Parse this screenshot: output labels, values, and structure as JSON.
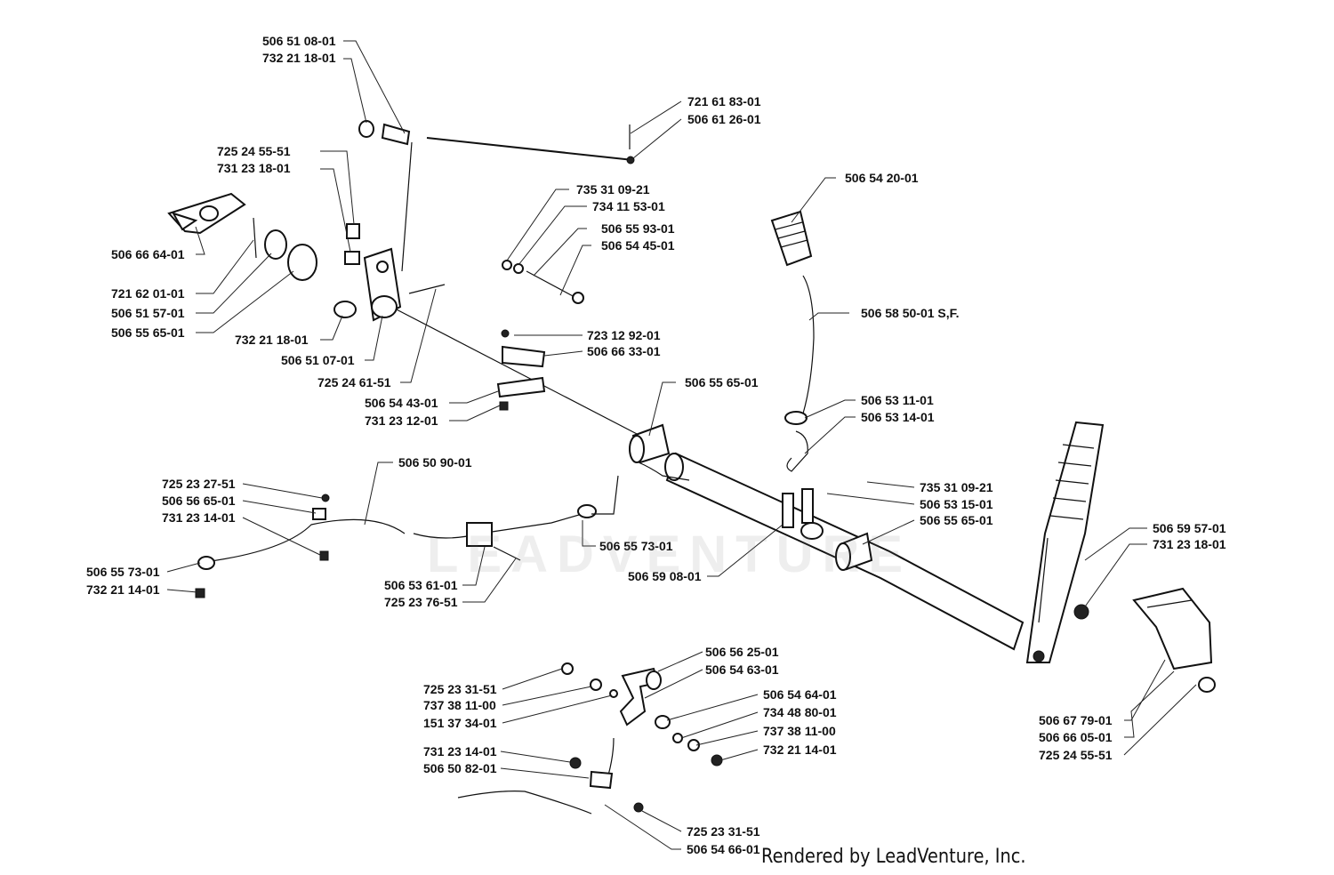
{
  "labels": [
    "506 51 08-01",
    "732 21 18-01",
    "721 61 83-01",
    "506 61 26-01",
    "725 24 55-51",
    "731 23 18-01",
    "506 54 20-01",
    "735 31 09-21",
    "734 11 53-01",
    "506 55 93-01",
    "506 54 45-01",
    "506 66 64-01",
    "721 62 01-01",
    "506 51 57-01",
    "506 55 65-01",
    "506 58 50-01 S,F.",
    "732 21 18-01",
    "506 51 07-01",
    "725 24 61-51",
    "723 12 92-01",
    "506 66 33-01",
    "506 55 65-01",
    "506 54 43-01",
    "731 23 12-01",
    "506 53 11-01",
    "506 53 14-01",
    "506 50 90-01",
    "725 23 27-51",
    "506 56 65-01",
    "731 23 14-01",
    "735 31 09-21",
    "506 53 15-01",
    "506 55 65-01",
    "506 55 73-01",
    "506 59 57-01",
    "731 23 18-01",
    "506 55 73-01",
    "732 21 14-01",
    "506 53 61-01",
    "725 23 76-51",
    "506 59 08-01",
    "506 56 25-01",
    "506 54 63-01",
    "725 23 31-51",
    "737 38 11-00",
    "151 37 34-01",
    "506 54 64-01",
    "734 48 80-01",
    "737 38 11-00",
    "732 21 14-01",
    "731 23 14-01",
    "506 50 82-01",
    "506 67 79-01",
    "506 66 05-01",
    "725 24 55-51",
    "725 23 31-51",
    "506 54 66-01"
  ],
  "watermark": "LEADVENTURE",
  "footer": "Rendered by LeadVenture, Inc."
}
